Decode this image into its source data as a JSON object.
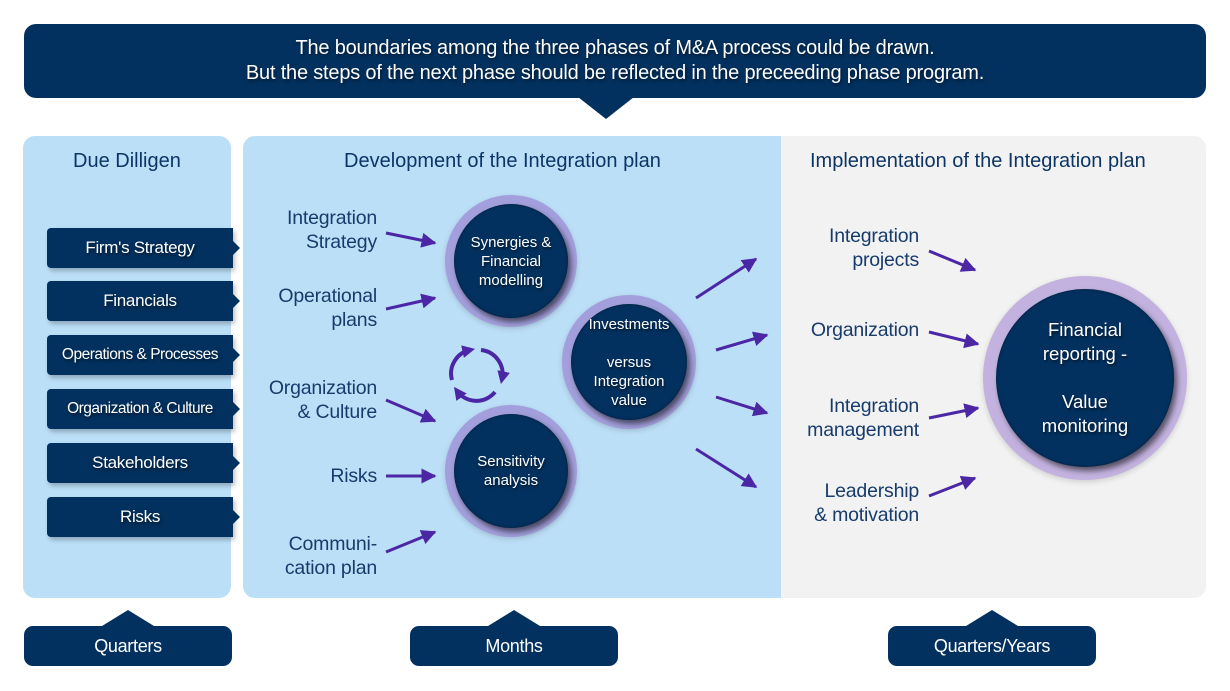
{
  "banner": {
    "line1": "The boundaries among the three phases of M&A process could be drawn.",
    "line2": "But the steps of the next phase should be reflected in the preceeding phase program."
  },
  "phases": {
    "due_diligence": {
      "title": "Due Dilligen",
      "items": [
        {
          "label": "Firm's Strategy"
        },
        {
          "label": "Financials"
        },
        {
          "label": "Operations & Processes"
        },
        {
          "label": "Organization & Culture"
        },
        {
          "label": "Stakeholders"
        },
        {
          "label": "Risks"
        }
      ],
      "timeframe": "Quarters"
    },
    "development": {
      "title": "Development of the Integration plan",
      "inputs": [
        {
          "label": "Integration\nStrategy"
        },
        {
          "label": "Operational\nplans"
        },
        {
          "label": "Organization\n& Culture"
        },
        {
          "label": "Risks"
        },
        {
          "label": "Communi-\ncation plan"
        }
      ],
      "circles": {
        "synergies": "Synergies &\nFinancial\nmodelling",
        "sensitivity": "Sensitivity\nanalysis",
        "investments": "Investments\n\nversus\nIntegration\nvalue"
      },
      "cycle_icon": "refresh-cycle-icon",
      "timeframe": "Months"
    },
    "implementation": {
      "title": "Implementation of the Integration plan",
      "inputs": [
        {
          "label": "Integration\nprojects"
        },
        {
          "label": "Organization"
        },
        {
          "label": "Integration\nmanagement"
        },
        {
          "label": "Leadership\n& motivation"
        }
      ],
      "circle": "Financial\nreporting -\n\nValue\nmonitoring",
      "timeframe": "Quarters/Years"
    }
  },
  "colors": {
    "navy": "#03315f",
    "panel_blue": "#bcdff8",
    "panel_gray": "#f2f2f2",
    "arrow_purple": "#4b27a6",
    "ring_purple": "#a39fdc",
    "title_text": "#0c3566"
  }
}
